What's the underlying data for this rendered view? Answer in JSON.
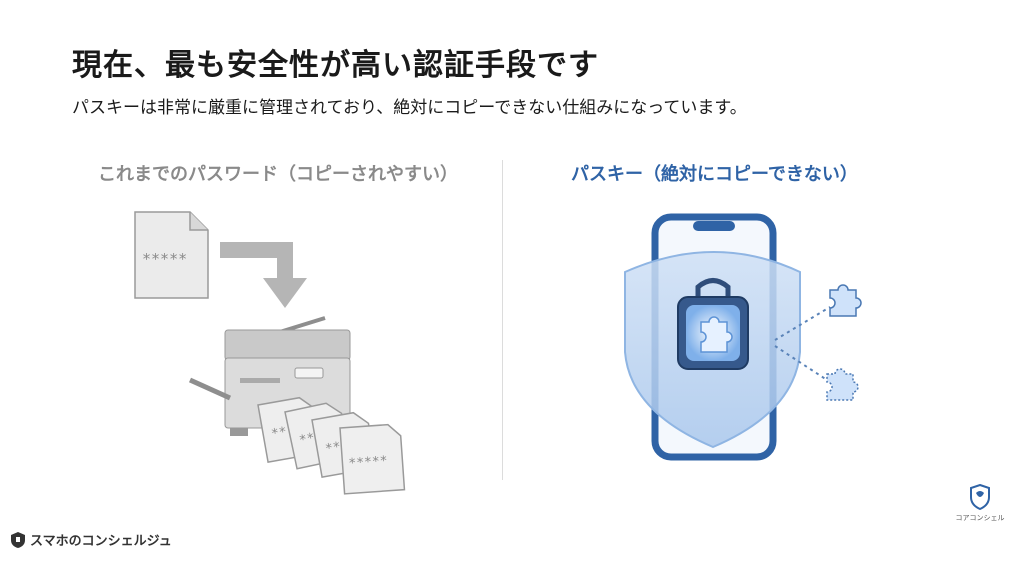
{
  "slide": {
    "title": "現在、最も安全性が高い認証手段です",
    "subtitle": "パスキーは非常に厳重に管理されており、絶対にコピーできない仕組みになっています。"
  },
  "left_panel": {
    "heading": "これまでのパスワード（コピーされやすい）",
    "document_mask": "*****",
    "copy_masks": [
      "**",
      "**",
      "**",
      "*****"
    ],
    "icons": [
      "document-icon",
      "arrow-down-icon",
      "copier-icon"
    ]
  },
  "right_panel": {
    "heading": "パスキー（絶対にコピーできない）",
    "icons": [
      "smartphone-icon",
      "shield-icon",
      "lock-icon",
      "puzzle-icon"
    ],
    "accent_color": "#2f63a6"
  },
  "footer": {
    "brand_left": "スマホのコンシェルジュ",
    "brand_right": "コアコンシェル"
  }
}
